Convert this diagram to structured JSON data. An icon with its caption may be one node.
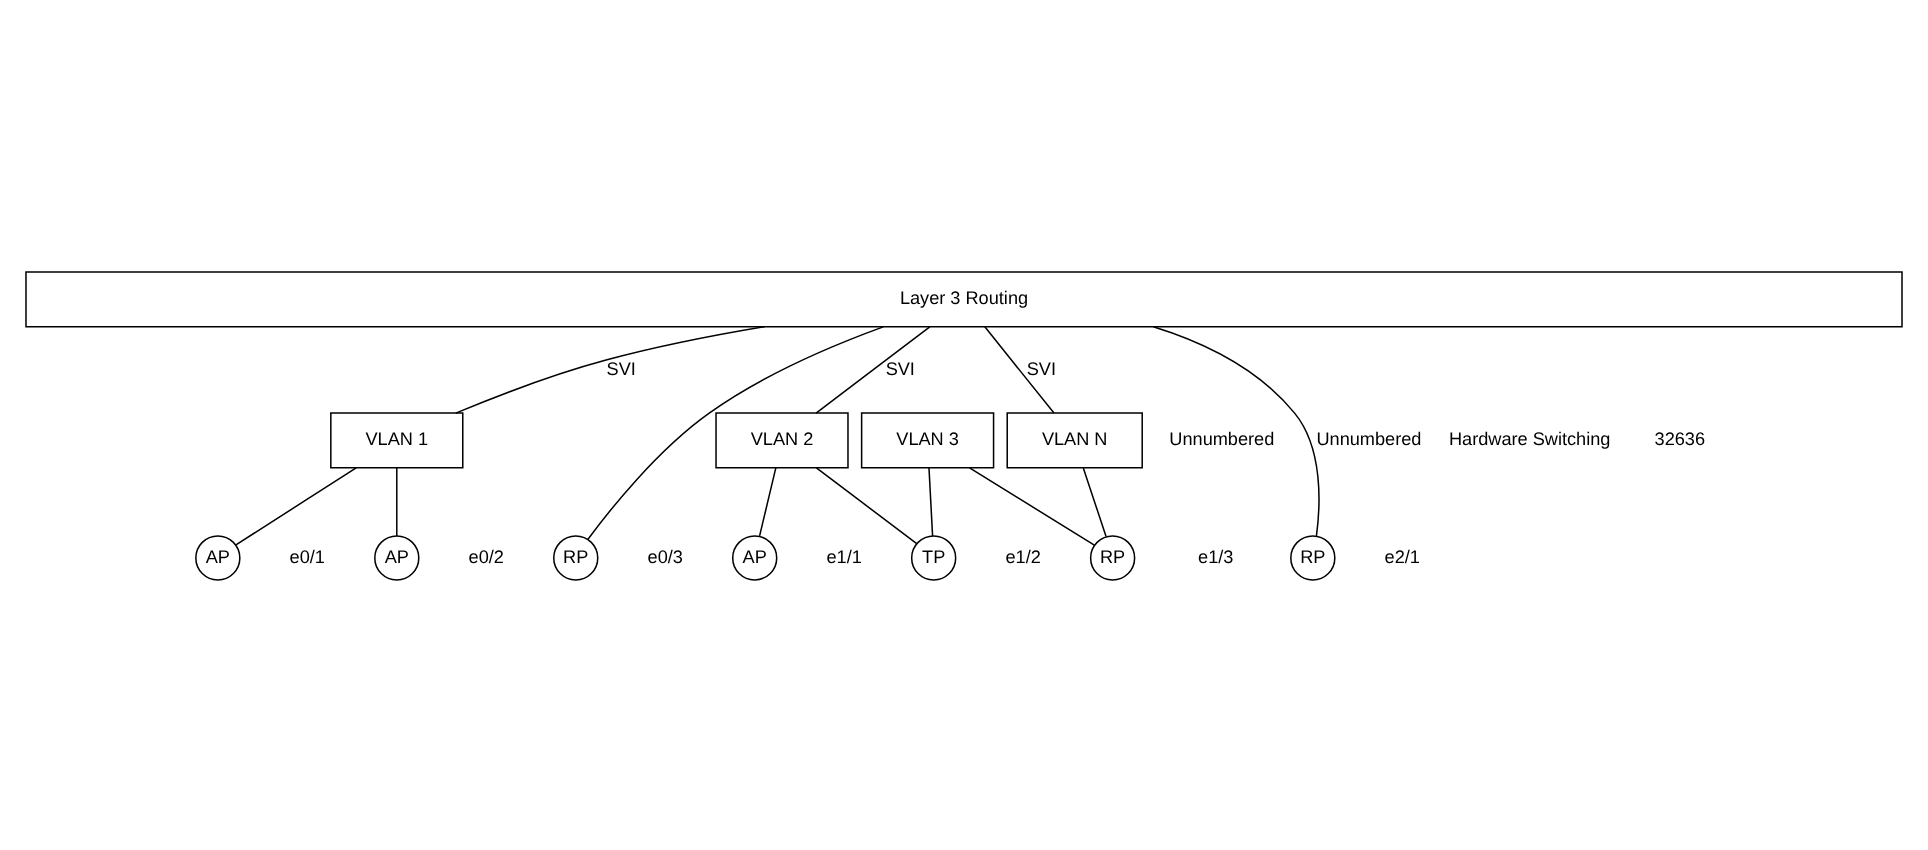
{
  "diagram": {
    "nodes": [
      {
        "text": [
          "Layer 3 Routing"
        ]
      },
      {
        "text": [
          "VLAN 1"
        ]
      },
      {
        "text": [
          "VLAN 2"
        ]
      },
      {
        "text": [
          "VLAN 3"
        ]
      },
      {
        "text": [
          "VLAN N"
        ]
      },
      {
        "text": [
          "AP"
        ],
        "beside": [
          "e0/1"
        ]
      },
      {
        "text": [
          "AP"
        ],
        "beside": [
          "e0/2"
        ]
      },
      {
        "text": [
          "RP"
        ],
        "beside": [
          "e0/3"
        ]
      },
      {
        "text": [
          "AP"
        ],
        "beside": [
          "e1/1"
        ]
      },
      {
        "text": [
          "TP"
        ],
        "beside": [
          "e1/2"
        ]
      },
      {
        "text": [
          "RP"
        ],
        "beside": [
          "e1/3"
        ]
      },
      {
        "text": [
          "RP"
        ],
        "beside": [
          "e2/1"
        ]
      }
    ],
    "edges": [
      {
        "from": 0,
        "to": 1,
        "arrow": "none",
        "label": "SVI"
      },
      {
        "from": 0,
        "to": 7,
        "arrow": "none"
      },
      {
        "from": 0,
        "to": 2,
        "arrow": "none",
        "label": "SVI"
      },
      {
        "from": 0,
        "to": 4,
        "arrow": "none",
        "label": "SVI"
      },
      {
        "from": 0,
        "to": 11,
        "arrow": "none",
        "label": "Unnumbered"
      },
      {
        "from": 1,
        "to": 5,
        "arrow": "none"
      },
      {
        "from": 1,
        "to": 6,
        "arrow": "none"
      },
      {
        "from": 2,
        "to": 8,
        "arrow": "none"
      },
      {
        "from": 2,
        "to": 9,
        "arrow": "none"
      },
      {
        "from": 3,
        "to": 9,
        "arrow": "none"
      },
      {
        "from": 3,
        "to": 10,
        "arrow": "none"
      },
      {
        "from": 4,
        "to": 10,
        "arrow": "none"
      }
    ],
    "labels": [
      "Unnumbered",
      "Hardware Switching",
      "32636"
    ]
  }
}
